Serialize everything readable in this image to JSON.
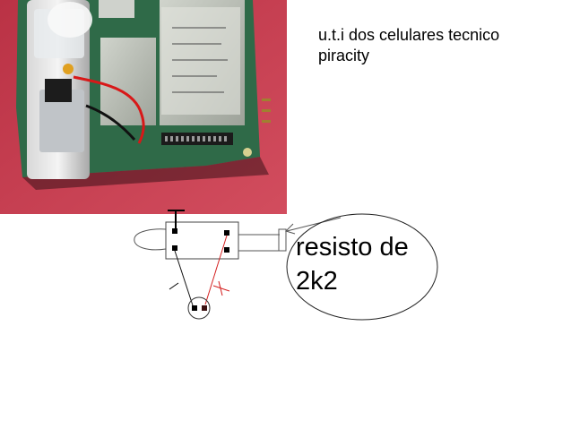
{
  "caption": {
    "line1": "u.t.i dos celulares tecnico",
    "line2": "piracity"
  },
  "bubble": {
    "line1": "resisto de",
    "line2": "2k2"
  },
  "photo": {
    "subject": "phone-circuit-board-photo",
    "background_color": "#c8384a",
    "board_color": "#2f6a48"
  },
  "colors": {
    "wire_black": "#111111",
    "wire_red": "#d42020"
  }
}
